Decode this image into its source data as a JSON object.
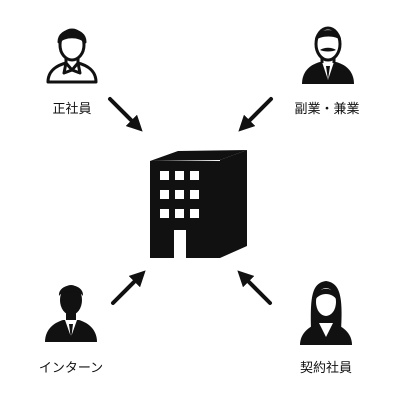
{
  "center": {
    "icon": "office-building-icon"
  },
  "people": [
    {
      "role": "regular",
      "label": "正社員",
      "icon": "worker-person-icon"
    },
    {
      "role": "sidejob",
      "label": "副業・兼業",
      "icon": "mustache-suit-person-icon"
    },
    {
      "role": "intern",
      "label": "インターン",
      "icon": "suit-person-icon"
    },
    {
      "role": "contract",
      "label": "契約社員",
      "icon": "woman-person-icon"
    }
  ],
  "colors": {
    "ink": "#111111",
    "background": "#ffffff"
  }
}
